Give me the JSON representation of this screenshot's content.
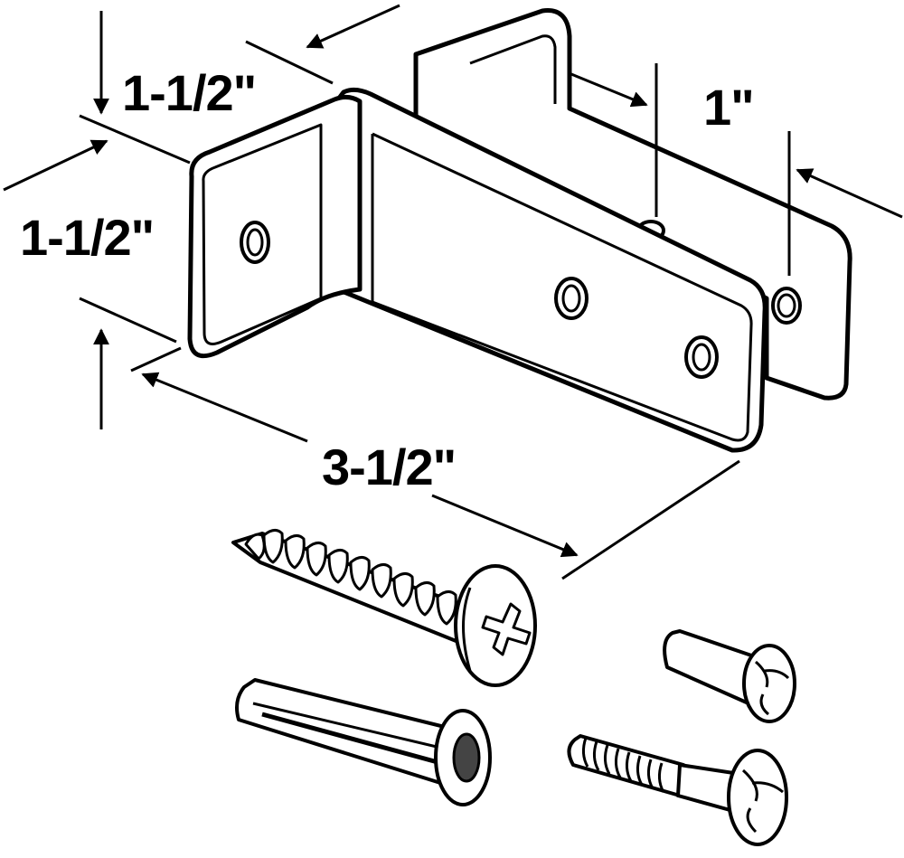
{
  "dimensions": {
    "top_width": "1-1/2\"",
    "flange_depth": "1\"",
    "height": "1-1/2\"",
    "length": "3-1/2\""
  },
  "colors": {
    "ink": "#000000",
    "paper": "#ffffff",
    "shade": "#d9d9d9"
  },
  "icons": [
    "u-channel-bracket-icon",
    "tapping-screw-icon",
    "plastic-anchor-icon",
    "barrel-nut-icon",
    "machine-screw-icon"
  ]
}
